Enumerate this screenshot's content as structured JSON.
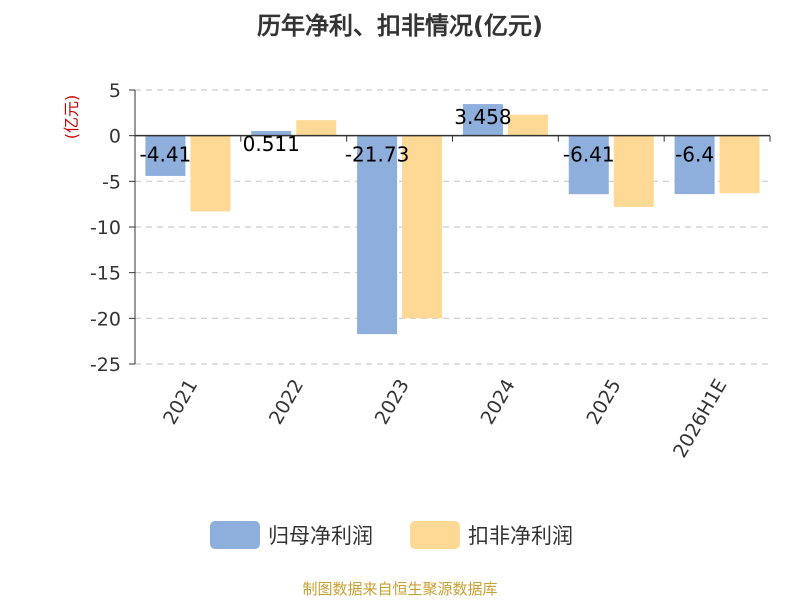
{
  "chart_data": {
    "type": "bar",
    "title": "历年净利、扣非情况(亿元)",
    "ylabel": "(亿元)",
    "categories": [
      "2021",
      "2022",
      "2023",
      "2024",
      "2025",
      "2026H1E"
    ],
    "series": [
      {
        "name": "归母净利润",
        "color": "#8eaedb",
        "values": [
          -4.41,
          0.511,
          -21.73,
          3.458,
          -6.41,
          -6.4
        ],
        "labels": [
          "-4.41",
          "0.511",
          "-21.73",
          "3.458",
          "-6.41",
          "-6.4"
        ]
      },
      {
        "name": "扣非净利润",
        "color": "#fdd995",
        "values": [
          -8.3,
          1.7,
          -20.0,
          2.3,
          -7.8,
          -6.3
        ]
      }
    ],
    "ylim": [
      -25,
      5
    ],
    "yticks": [
      "5",
      "0",
      "-5",
      "-10",
      "-15",
      "-20",
      "-25"
    ],
    "grid": true,
    "legend_position": "bottom",
    "label_color": "#cc0000"
  },
  "source": "制图数据来自恒生聚源数据库"
}
